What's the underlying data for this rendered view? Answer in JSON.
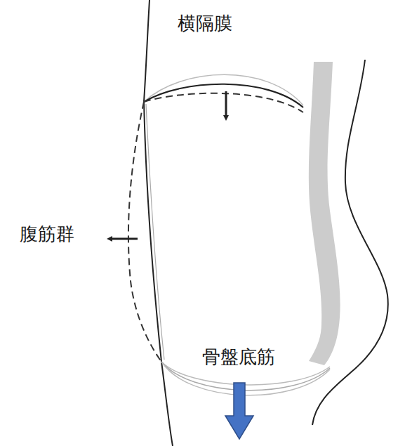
{
  "diagram": {
    "labels": [
      "横隔膜",
      "腹筋群",
      "骨盤底筋"
    ]
  }
}
